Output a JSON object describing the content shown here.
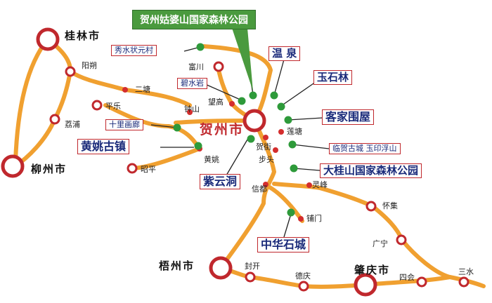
{
  "banner": "贺州姑婆山国家森林公园",
  "center_city": "贺州市",
  "cities": {
    "guilin": "桂林市",
    "liuzhou": "柳州市",
    "wuzhou": "梧州市",
    "zhaoqing": "肇庆市"
  },
  "towns": {
    "yangshuo": "阳朔",
    "ertang": "二塘",
    "pingle": "平乐",
    "lipu": "荔浦",
    "zhaoping": "昭平",
    "fuchuan": "富川",
    "wanggao": "望高",
    "zhongshan": "钟山",
    "huangyao": "黄姚",
    "liantang": "莲塘",
    "hejie": "贺街",
    "butou": "步头",
    "xindu": "信都",
    "lingfeng": "灵峰",
    "pumen": "铺门",
    "huaiji": "怀集",
    "guangning": "广宁",
    "fengkai": "封开",
    "deqing": "德庆",
    "sihui": "四会",
    "sanshui": "三水"
  },
  "attractions": {
    "xiushui": "秀水状元村",
    "bishuiyan": "碧水岩",
    "shililanglang": "十里画廊",
    "huangyao_town": "黄姚古镇",
    "ziyundong": "紫云洞",
    "wenquan": "温  泉",
    "yushilin": "玉石林",
    "kejiaweiwu": "客家围屋",
    "linhe": "临贺古城 玉印浮山",
    "daguishan": "大桂山国家森林公园",
    "zhonghuashicheng": "中华石城"
  },
  "colors": {
    "road": "#f0a030",
    "city_ring": "#c0282d",
    "attraction": "#2e9a3a",
    "box_border": "#c0282d",
    "box_text": "#1a2a7a",
    "banner": "#4a9a3e"
  }
}
